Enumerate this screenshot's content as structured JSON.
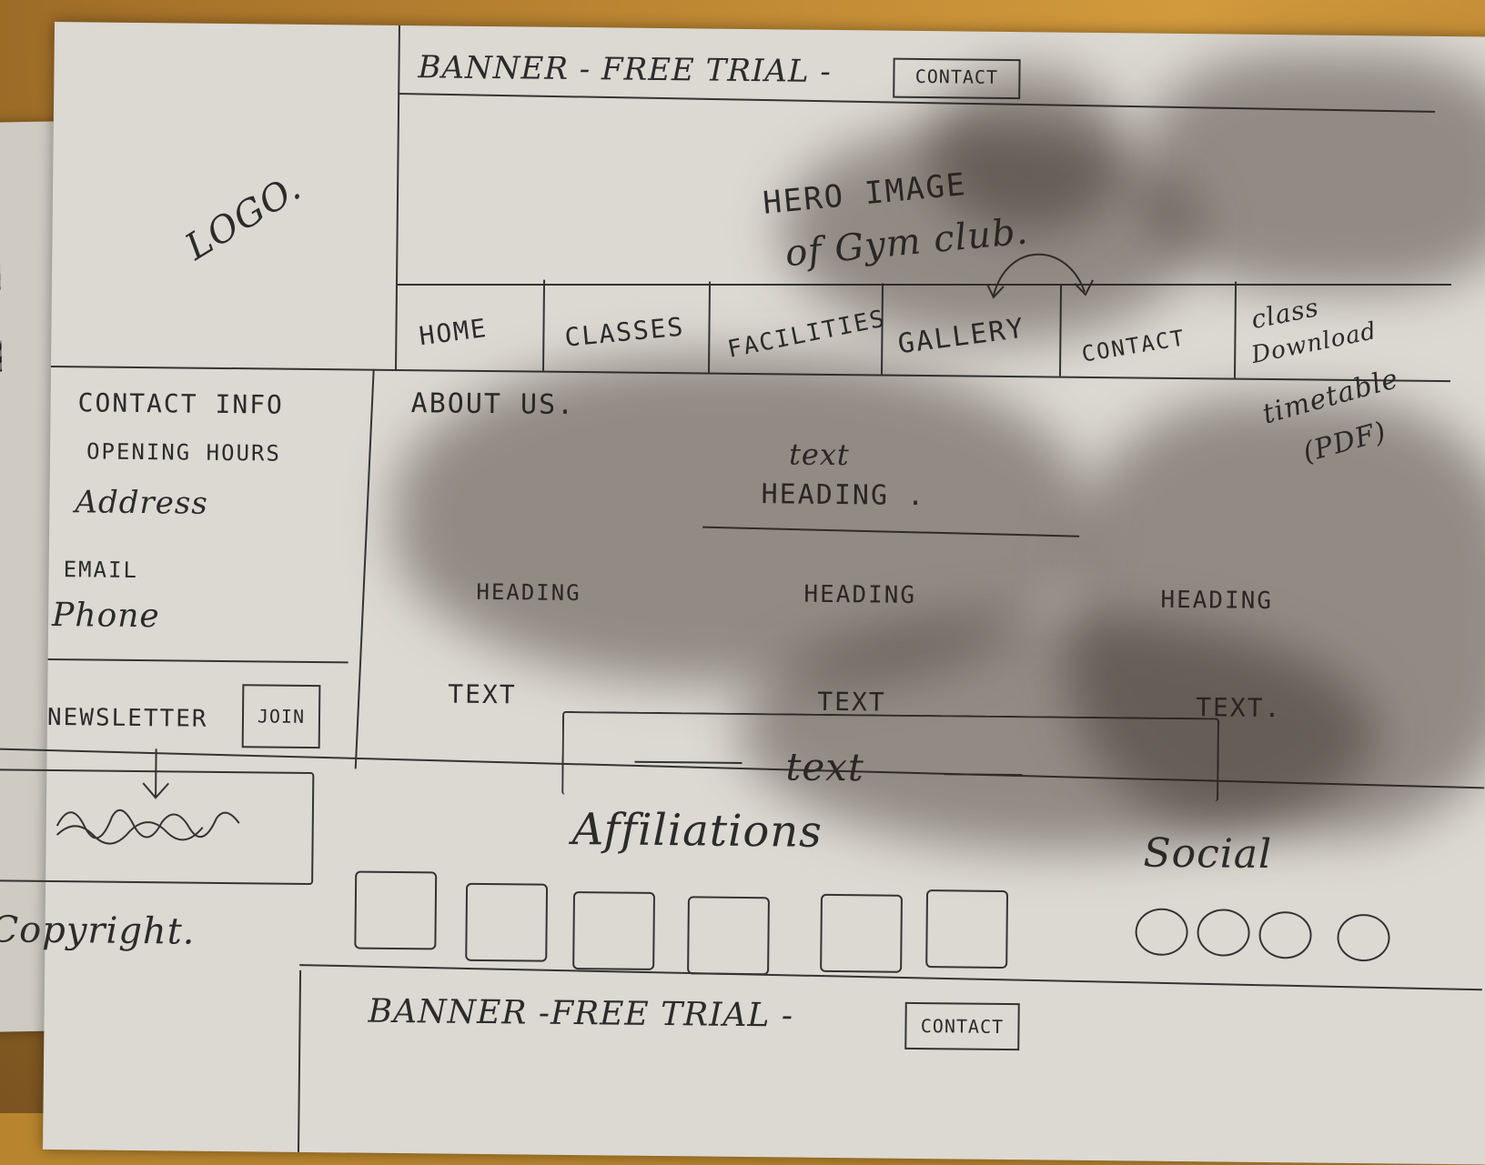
{
  "top_banner": {
    "text": "BANNER - FREE TRIAL -",
    "button": "CONTACT"
  },
  "logo": "LOGO.",
  "hero": {
    "line1": "HERO IMAGE",
    "line2": "of Gym club."
  },
  "nav": {
    "items": [
      "HOME",
      "CLASSES",
      "FACILITIES",
      "GALLERY",
      "CONTACT"
    ],
    "download": {
      "line1": "class",
      "line2": "Download",
      "line3": "timetable",
      "line4": "(PDF)"
    }
  },
  "sidebar": {
    "contact_info": "CONTACT INFO",
    "opening_hours": "OPENING HOURS",
    "address": "Address",
    "email": "EMAIL",
    "phone": "Phone",
    "newsletter": "NEWSLETTER",
    "join": "JOIN",
    "copyright": "Copyright."
  },
  "main": {
    "about": "ABOUT US.",
    "text_heading": {
      "line1": "text",
      "line2": "HEADING ."
    },
    "columns": [
      {
        "heading": "HEADING",
        "text": "TEXT"
      },
      {
        "heading": "HEADING",
        "text": "TEXT"
      },
      {
        "heading": "HEADING",
        "text": "TEXT."
      }
    ],
    "callout": "text"
  },
  "footer": {
    "affiliations": "Affiliations",
    "social": "Social",
    "affiliation_count": 6,
    "social_count": 4
  },
  "bottom_banner": {
    "text": "BANNER -FREE TRIAL -",
    "button": "CONTACT"
  }
}
